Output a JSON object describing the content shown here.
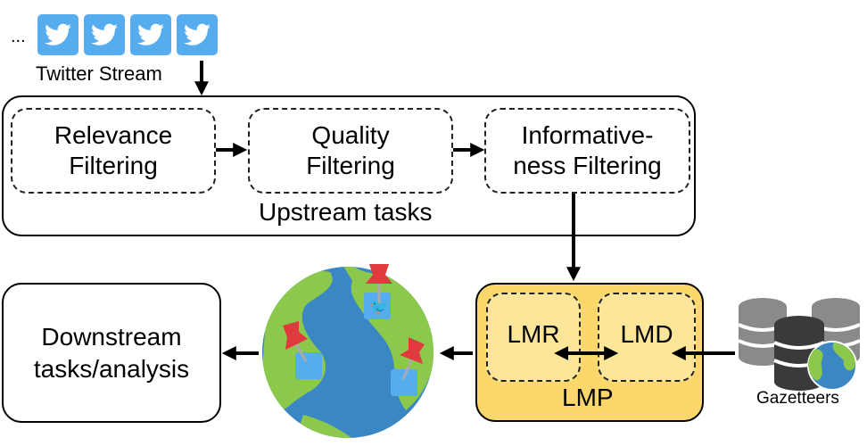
{
  "stream": {
    "ellipsis": "...",
    "label": "Twitter Stream",
    "icon_count": 4,
    "icon": "twitter-bird-icon"
  },
  "upstream": {
    "label": "Upstream tasks",
    "stages": [
      {
        "line1": "Relevance",
        "line2": "Filtering"
      },
      {
        "line1": "Quality",
        "line2": "Filtering"
      },
      {
        "line1": "Informative-",
        "line2": "ness Filtering"
      }
    ]
  },
  "lmp": {
    "label": "LMP",
    "lmr": "LMR",
    "lmd": "LMD",
    "fill": "#fcd76b",
    "inner_fill": "#fde59a"
  },
  "gazetteers": {
    "label": "Gazetteers",
    "icon": "database-globe-icon"
  },
  "globe": {
    "icon": "globe-with-pinned-tweets-icon",
    "pins": 3
  },
  "downstream": {
    "line1": "Downstream",
    "line2": "tasks/analysis"
  },
  "colors": {
    "twitter": "#55acee",
    "ocean": "#3a87c4",
    "land": "#8cc84b",
    "pin": "#e03a3e"
  }
}
